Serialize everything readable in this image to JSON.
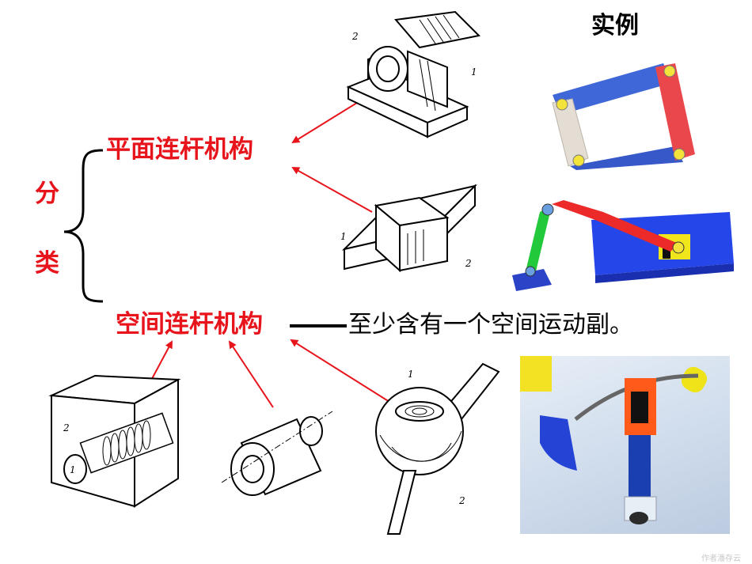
{
  "heading": "实例",
  "classification": {
    "char1": "分",
    "char2": "类"
  },
  "planar_title": "平面连杆机构",
  "spatial_title": "空间连杆机构",
  "spatial_definition": "至少含有一个空间运动副。",
  "drawing_labels": {
    "bearing": [
      "2",
      "1"
    ],
    "slider": [
      "1",
      "2"
    ],
    "screw": [
      "2",
      "1"
    ],
    "spherical": [
      "1",
      "2"
    ]
  },
  "watermark": "作者潘存云",
  "colors": {
    "accent_red": "#e8141c",
    "link_blue": "#3f67d8",
    "link_red": "#e9474c"
  }
}
